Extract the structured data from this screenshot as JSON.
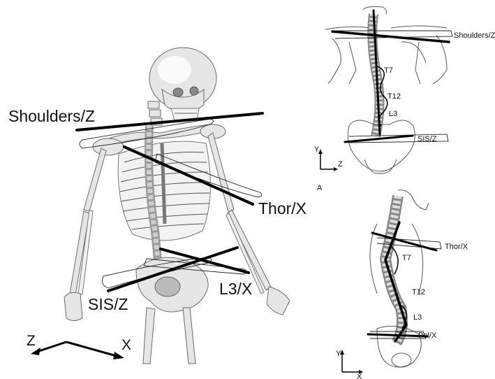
{
  "left_panel": {
    "labels": {
      "shoulders": "Shoulders/Z",
      "thor": "Thor/X",
      "sis": "SIS/Z",
      "l3": "L3/X"
    },
    "axes": {
      "z": "Z",
      "x": "X"
    }
  },
  "right_top_panel": {
    "labels": {
      "shoulders": "Shoulders/Z",
      "t7": "T7",
      "t12": "T12",
      "l3": "L3",
      "sis": "SIS/Z"
    },
    "axes": {
      "y": "Y",
      "z": "Z"
    },
    "panel_letter": "A"
  },
  "right_bottom_panel": {
    "labels": {
      "thor": "Thor/X",
      "t7": "T7",
      "t12": "T12",
      "l3": "L3",
      "pel": "Pel/X"
    },
    "axes": {
      "y": "Y",
      "x": "X"
    }
  }
}
